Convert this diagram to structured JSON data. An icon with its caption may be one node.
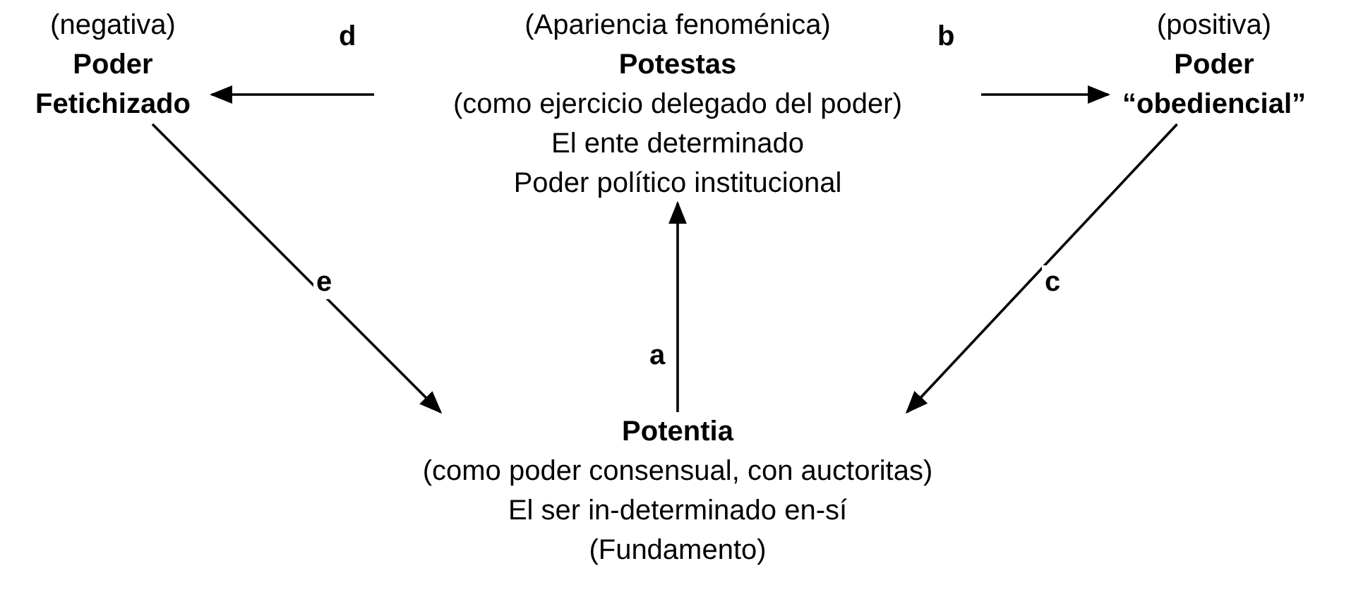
{
  "diagram": {
    "nodes": [
      {
        "text": [
          "(Apariencia fenoménica)",
          "Potestas",
          "(como ejercicio delegado del poder)",
          "El ente determinado",
          "Poder político institucional"
        ]
      },
      {
        "text": [
          "(negativa)",
          "Poder Fetichizado"
        ]
      },
      {
        "text": [
          "(positiva)",
          "Poder “obediencial”"
        ]
      },
      {
        "text": [
          "Potentia",
          "(como poder consensual, con auctoritas)",
          "El ser in-determinado en-sí",
          "(Fundamento)"
        ]
      }
    ],
    "edges": [
      {
        "from": 0,
        "to": 1,
        "arrow": "to",
        "label": "d"
      },
      {
        "from": 0,
        "to": 2,
        "arrow": "to",
        "label": "b"
      },
      {
        "from": 2,
        "to": 3,
        "arrow": "to",
        "label": "c"
      },
      {
        "from": 1,
        "to": 3,
        "arrow": "to",
        "label": "e"
      },
      {
        "from": 3,
        "to": 0,
        "arrow": "to",
        "label": "a"
      }
    ]
  }
}
